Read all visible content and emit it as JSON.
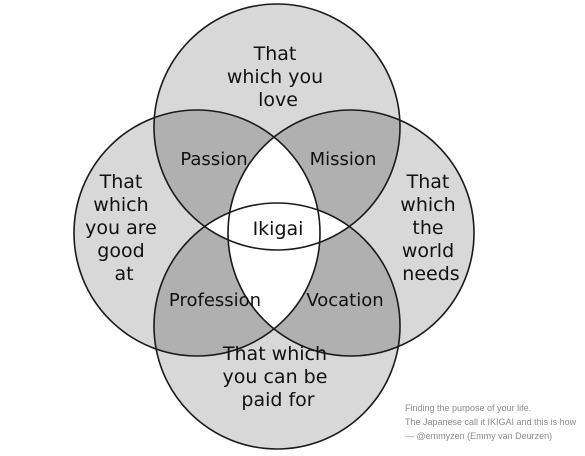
{
  "diagram": {
    "circles": {
      "top": [
        "That",
        "which you",
        "love"
      ],
      "left": [
        "That",
        "which",
        "you are",
        "good",
        "at"
      ],
      "right": [
        "That",
        "which",
        "the",
        "world",
        "needs"
      ],
      "bottom": [
        "That which",
        "you can be",
        "paid for"
      ]
    },
    "overlaps": {
      "top_left": "Passion",
      "top_right": "Mission",
      "bottom_left": "Profession",
      "bottom_right": "Vocation"
    },
    "center": "Ikigai"
  },
  "caption": {
    "line1": "Finding the purpose of your life.",
    "line2": "The Japanese call it IKIGAI and this is how",
    "line3": "— @emmyzen (Emmy van Deurzen)"
  },
  "colors": {
    "circle_fill": "#d8d8d8",
    "overlap_fill": "#b0b0b0",
    "center_fill": "#ffffff",
    "stroke": "#1a1a1a",
    "text": "#111111",
    "caption_text": "#8a8a8a"
  }
}
